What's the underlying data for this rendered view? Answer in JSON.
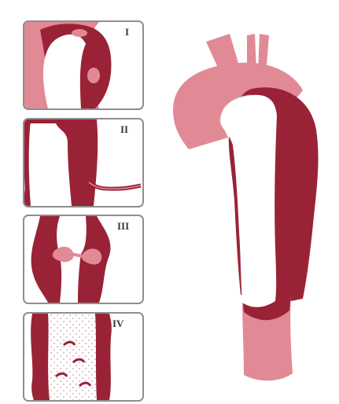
{
  "panels": [
    {
      "label": "I"
    },
    {
      "label": "II"
    },
    {
      "label": "III"
    },
    {
      "label": "IV"
    }
  ],
  "colors": {
    "wall_dark": "#9a2236",
    "wall_light": "#e18a95",
    "stent": "#ffffff",
    "frame": "#8e8e8e"
  }
}
